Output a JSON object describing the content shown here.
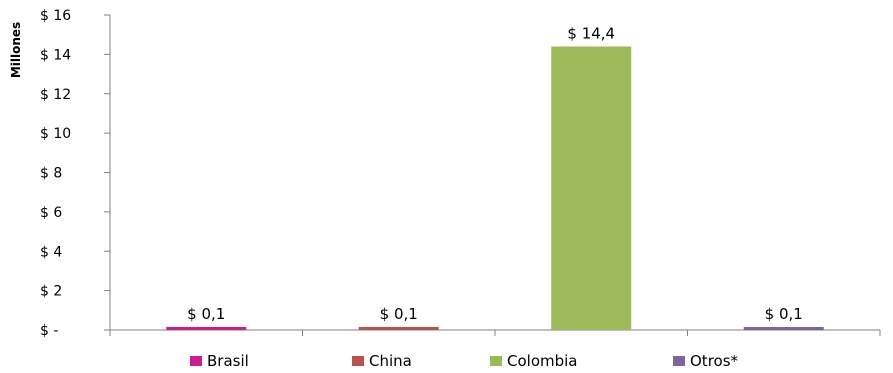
{
  "chart_data": {
    "type": "bar",
    "ylabel": "Millones",
    "categories": [
      "Brasil",
      "China",
      "Colombia",
      "Otros*"
    ],
    "values": [
      0.1,
      0.1,
      14.4,
      0.1
    ],
    "value_labels": [
      "$ 0,1",
      "$ 0,1",
      "$ 14,4",
      "$ 0,1"
    ],
    "colors": [
      "#cc1c8f",
      "#c0504d",
      "#9bbb59",
      "#8064a2"
    ],
    "ylim": [
      0,
      16
    ],
    "yticks": [
      0,
      2,
      4,
      6,
      8,
      10,
      12,
      14,
      16
    ],
    "ytick_labels": [
      "$ -",
      "$ 2",
      "$ 4",
      "$ 6",
      "$ 8",
      "$ 10",
      "$ 12",
      "$ 14",
      "$ 16"
    ],
    "grid": false,
    "legend_position": "bottom"
  }
}
